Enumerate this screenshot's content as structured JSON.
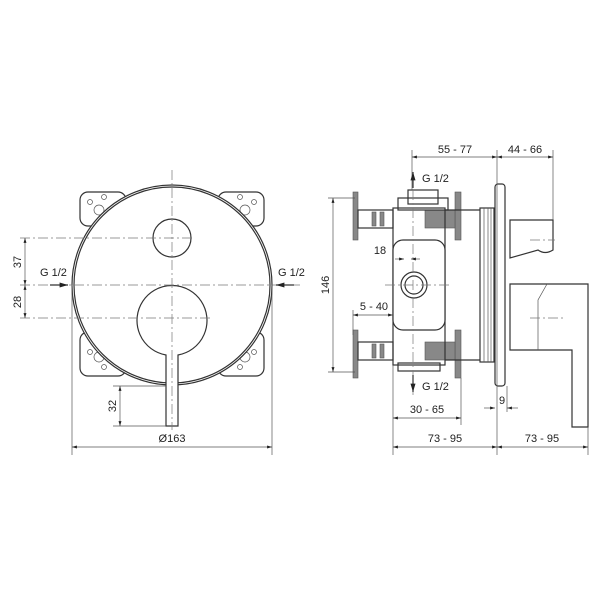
{
  "front_view": {
    "dim_upper_offset": "37",
    "dim_lower_offset": "28",
    "dim_lever_length": "32",
    "dim_diameter": "Ø163",
    "inlet_left": "G 1/2",
    "inlet_right": "G 1/2"
  },
  "side_view": {
    "dim_body_depth": "55 - 77",
    "dim_spout": "44 - 66",
    "dim_height": "146",
    "dim_port": "18",
    "dim_flange": "5 - 40",
    "dim_install_depth": "30 - 65",
    "dim_plate": "9",
    "dim_wall_left": "73 - 95",
    "dim_wall_right": "73 - 95",
    "outlet_top": "G 1/2",
    "outlet_bottom": "G 1/2"
  },
  "colors": {
    "line": "#333333",
    "fill_grey": "#888888"
  }
}
